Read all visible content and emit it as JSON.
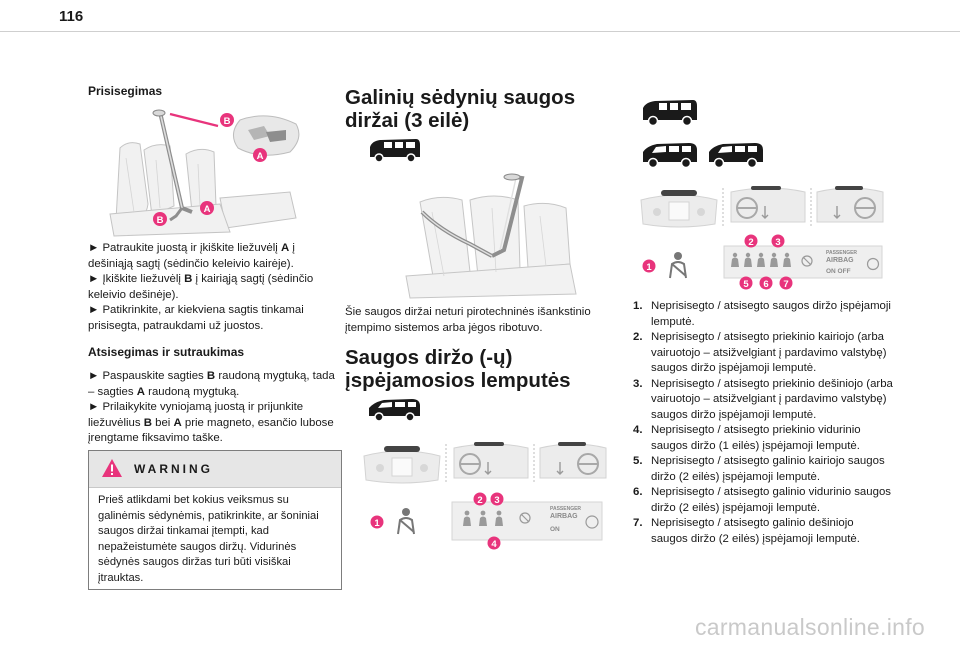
{
  "page_number": "116",
  "col1": {
    "heading1": "Prisisegimas",
    "para1": [
      {
        "text": "► Patraukite juostą ir įkiškite liežuvėlį "
      },
      {
        "text": "A",
        "bold": true
      },
      {
        "text": " į dešiniąją sagtį (sėdinčio keleivio kairėje).\n► Įkiškite liežuvėlį "
      },
      {
        "text": "B",
        "bold": true
      },
      {
        "text": " į kairiąją sagtį (sėdinčio keleivio dešinėje).\n► Patikrinkite, ar kiekviena sagtis tinkamai prisisegta, patraukdami už juostos."
      }
    ],
    "heading2": "Atsisegimas ir sutraukimas",
    "para2": [
      {
        "text": "► Paspauskite sagties "
      },
      {
        "text": "B",
        "bold": true
      },
      {
        "text": " raudoną mygtuką, tada – sagties "
      },
      {
        "text": "A",
        "bold": true
      },
      {
        "text": " raudoną mygtuką.\n► Prilaikykite vyniojamą juostą ir prijunkite liežuvėlius "
      },
      {
        "text": "B",
        "bold": true
      },
      {
        "text": " bei "
      },
      {
        "text": "A",
        "bold": true
      },
      {
        "text": " prie magneto, esančio lubose įrengtame fiksavimo taške."
      }
    ],
    "warning_label": "WARNING",
    "warning_text": "Prieš atlikdami bet kokius veiksmus su galinėmis sėdynėmis, patikrinkite, ar šoniniai saugos diržai tinkamai įtempti, kad nepažeistumėte saugos diržų. Vidurinės sėdynės saugos diržas turi būti visiškai įtrauktas.",
    "marker_a": "A",
    "marker_b": "B"
  },
  "col2": {
    "title1_l1": "Galinių sėdynių saugos",
    "title1_l2": "diržai (3 eilė)",
    "para": "Šie saugos diržai neturi pirotechninės išankstinio įtempimo sistemos arba jėgos ribotuvo.",
    "title2_l1": "Saugos diržo (-ų)",
    "title2_l2": "įspėjamosios lemputės",
    "panel_label_1": "PASSENGER",
    "panel_label_2": "AIRBAG",
    "panel_label_3": "ON",
    "callouts": [
      "1",
      "2",
      "3",
      "4"
    ]
  },
  "col3": {
    "panel_label_1": "PASSENGER",
    "panel_label_2": "AIRBAG",
    "panel_label_3": "ON OFF",
    "callouts": [
      "1",
      "2",
      "3",
      "5",
      "6",
      "7"
    ],
    "items": [
      {
        "num": "1.",
        "text": "Neprisisegto / atsisegto saugos diržo įspėjamoji lemputė."
      },
      {
        "num": "2.",
        "text": "Neprisisegto / atsisegto priekinio kairiojo (arba vairuotojo – atsižvelgiant į pardavimo valstybę) saugos diržo įspėjamoji lemputė."
      },
      {
        "num": "3.",
        "text": "Neprisisegto / atsisegto priekinio dešiniojo (arba vairuotojo – atsižvelgiant į pardavimo valstybę) saugos diržo įspėjamoji lemputė."
      },
      {
        "num": "4.",
        "text": "Neprisisegto / atsisegto priekinio vidurinio saugos diržo (1 eilės) įspėjamoji lemputė."
      },
      {
        "num": "5.",
        "text": "Neprisisegto / atsisegto galinio kairiojo saugos diržo (2 eilės) įspėjamoji lemputė."
      },
      {
        "num": "6.",
        "text": "Neprisisegto / atsisegto galinio vidurinio saugos diržo (2 eilės) įspėjamoji lemputė."
      },
      {
        "num": "7.",
        "text": "Neprisisegto / atsisegto galinio dešiniojo saugos diržo (2 eilės) įspėjamoji lemputė."
      }
    ]
  },
  "watermark": "carmanualsonline.info",
  "colors": {
    "callout": "#e8347c",
    "gray_line": "#bdbdbd",
    "light_gray": "#ececec"
  }
}
